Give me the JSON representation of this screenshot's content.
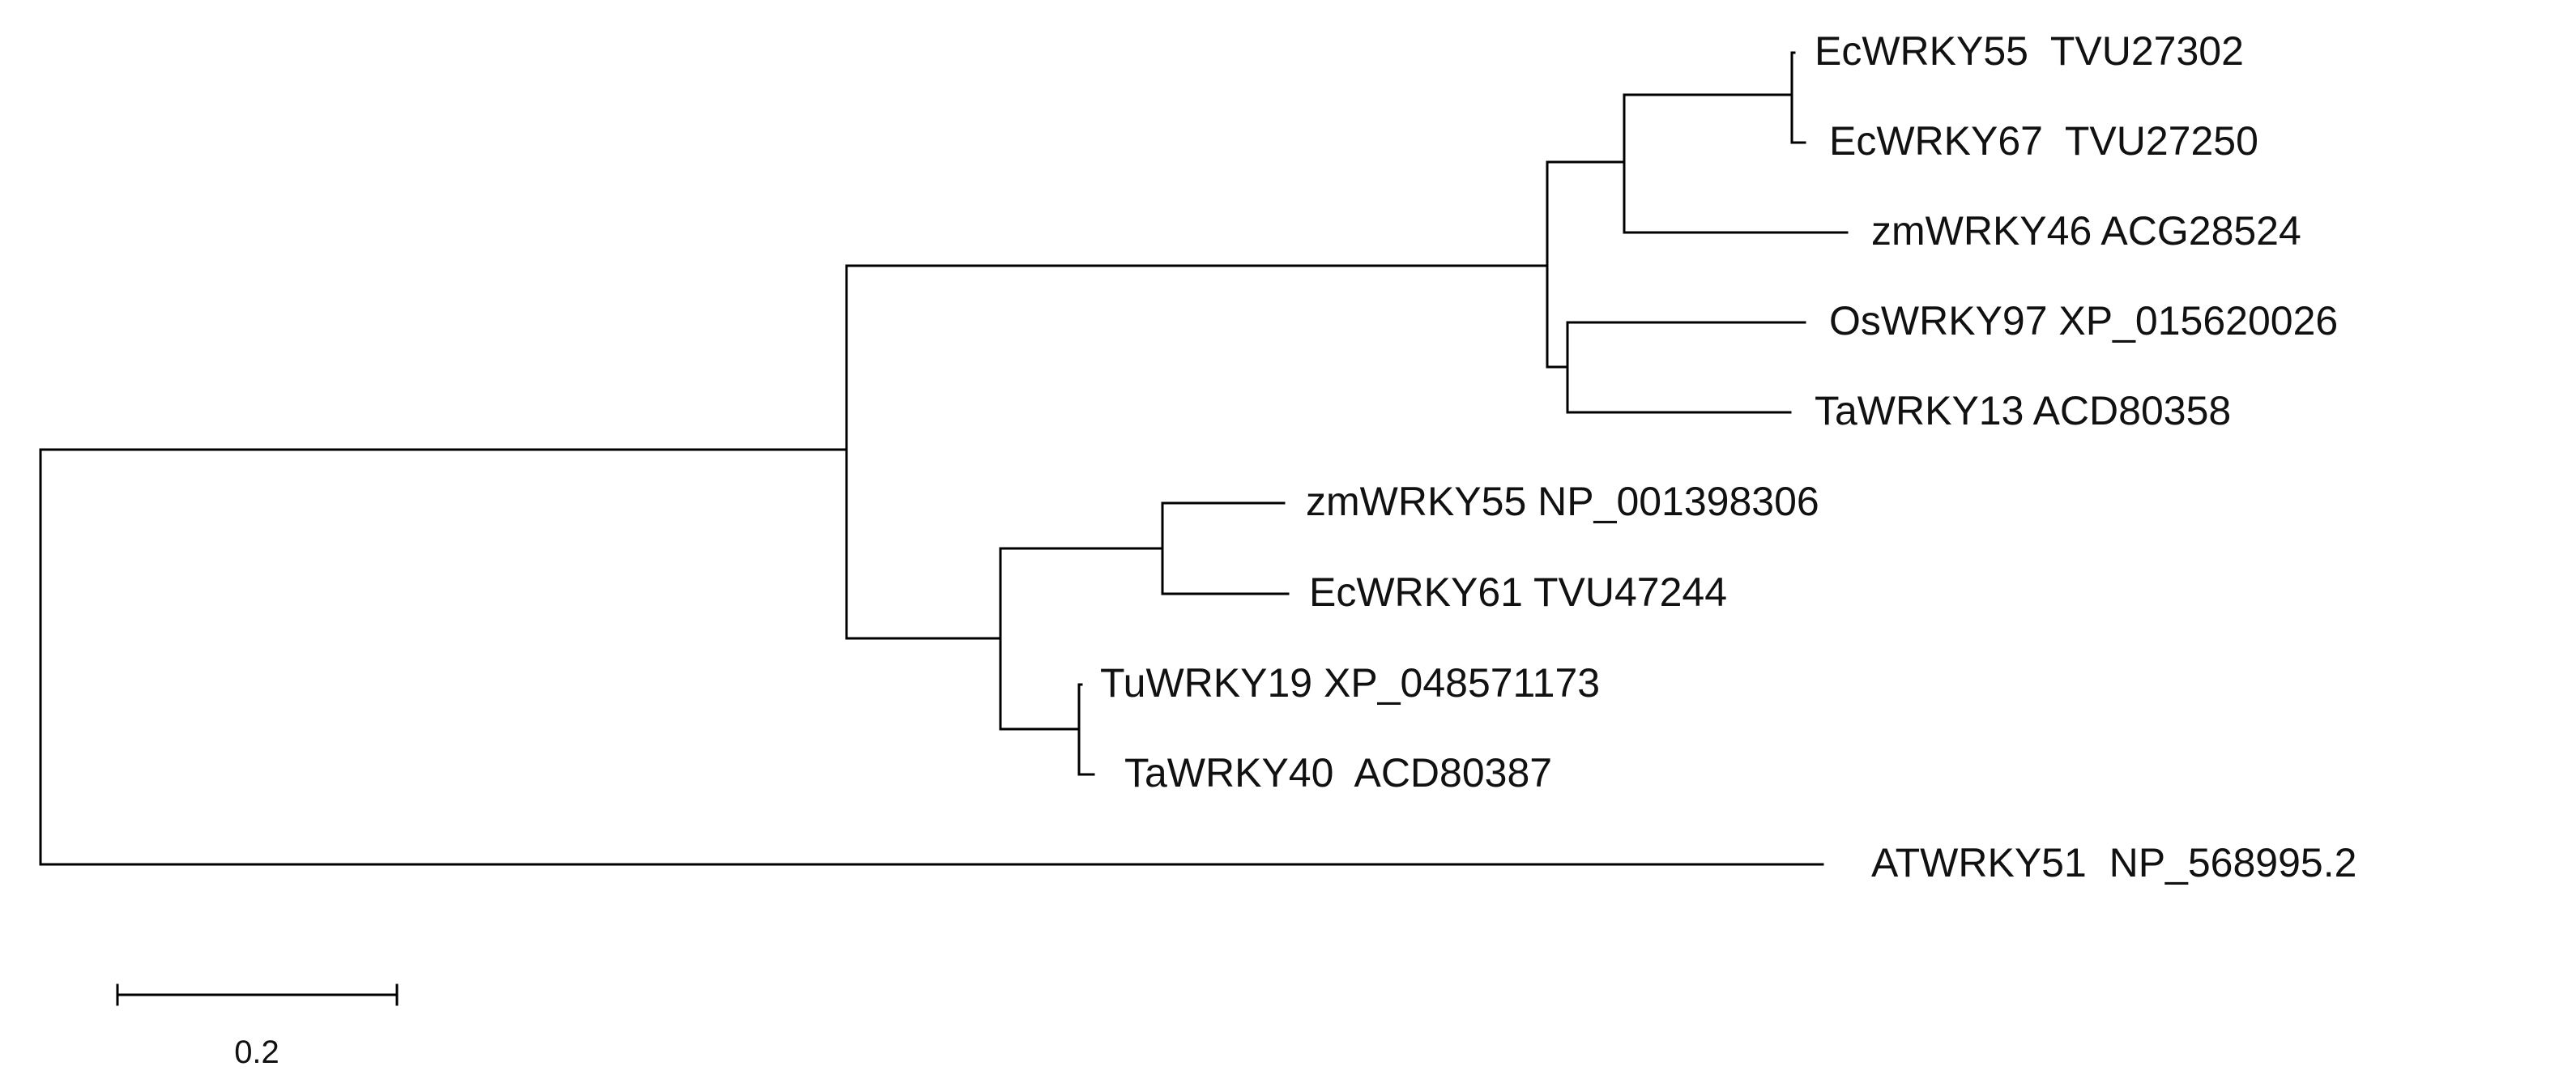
{
  "tree": {
    "leaves": [
      {
        "species": "EcWRKY55",
        "accession": "TVU27302"
      },
      {
        "species": "EcWRKY67",
        "accession": "TVU27250"
      },
      {
        "species": "zmWRKY46",
        "accession": "ACG28524"
      },
      {
        "species": "OsWRKY97",
        "accession": "XP_015620026"
      },
      {
        "species": "TaWRKY13",
        "accession": "ACD80358"
      },
      {
        "species": "zmWRKY55",
        "accession": "NP_001398306"
      },
      {
        "species": "EcWRKY61",
        "accession": "TVU47244"
      },
      {
        "species": "TuWRKY19",
        "accession": "XP_048571173"
      },
      {
        "species": "TaWRKY40",
        "accession": "ACD80387"
      },
      {
        "species": "ATWRKY51",
        "accession": "NP_568995.2"
      }
    ],
    "scale_bar": {
      "value": 0.2,
      "label": "0.2"
    },
    "colors": {
      "line": "#000000",
      "text": "#111111",
      "background": "#ffffff"
    }
  }
}
